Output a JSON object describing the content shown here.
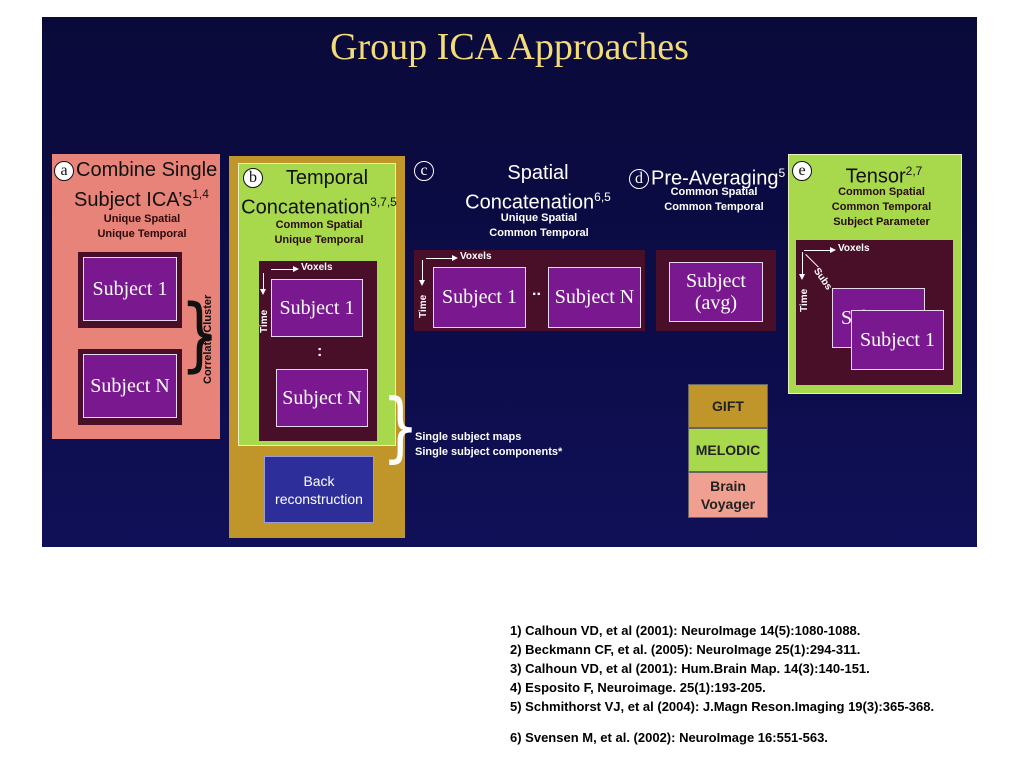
{
  "title": "Group ICA Approaches",
  "panels": {
    "a": {
      "letter": "a",
      "heading_line1": "Combine Single",
      "heading_line2": "Subject ICA’s",
      "heading_sup": "1,4",
      "sub_line1": "Unique Spatial",
      "sub_line2": "Unique Temporal",
      "subject_1": "Subject 1",
      "subject_n": "Subject N",
      "side_label": "Correlate/Cluster"
    },
    "b": {
      "letter": "b",
      "heading_line1": "Temporal",
      "heading_line2": "Concatenation",
      "heading_sup": "3,7,5",
      "sub_line1": "Common Spatial",
      "sub_line2": "Unique Temporal",
      "voxels": "Voxels",
      "time": "Time",
      "subject_1": "Subject 1",
      "dots": ":",
      "subject_n": "Subject N",
      "back_recon": "Back reconstruction"
    },
    "c": {
      "letter": "c",
      "heading_line1": "Spatial",
      "heading_line2": "Concatenation",
      "heading_sup": "6,5",
      "sub_line1": "Unique Spatial",
      "sub_line2": "Common Temporal",
      "voxels": "Voxels",
      "time": "Time",
      "subject_1": "Subject 1",
      "dots": "..",
      "subject_n": "Subject N"
    },
    "d": {
      "letter": "d",
      "heading": "Pre-Averaging",
      "heading_sup": "5",
      "sub_line1": "Common Spatial",
      "sub_line2": "Common Temporal",
      "subject_avg_line1": "Subject",
      "subject_avg_line2": "(avg)"
    },
    "e": {
      "letter": "e",
      "heading": "Tensor",
      "heading_sup": "2,7",
      "sub_line1": "Common Spatial",
      "sub_line2": "Common Temporal",
      "sub_line3": "Subject Parameter",
      "voxels": "Voxels",
      "time": "Time",
      "subs": "Subs",
      "subject_back": "Subject 1",
      "subject_front": "Subject 1"
    }
  },
  "single_subject_note": {
    "line1": "Single subject maps",
    "line2": "Single subject components*"
  },
  "tools": {
    "gift": "GIFT",
    "melodic": "MELODIC",
    "brain_voyager": "Brain Voyager"
  },
  "references": [
    "1) Calhoun VD, et al (2001): NeuroImage 14(5):1080-1088.",
    "2) Beckmann CF, et al. (2005): NeuroImage 25(1):294-311.",
    "3) Calhoun VD, et al (2001): Hum.Brain Map. 14(3):140-151.",
    "4) Esposito F, Neuroimage. 25(1):193-205.",
    "5) Schmithorst VJ, et al (2004): J.Magn Reson.Imaging 19(3):365-368.",
    "6) Svensen M, et al. (2002): NeuroImage 16:551-563."
  ],
  "colors": {
    "slide_bg": "#0c0c4a",
    "title": "#f2dc78",
    "panel_a": "#e8837a",
    "panel_b_outer": "#c0962a",
    "panel_b_inner": "#a8d84c",
    "panel_e": "#a8d84c",
    "dark_box": "#4a0f28",
    "subject_box": "#7a1890",
    "back_recon": "#2e2e9a",
    "gift": "#c0962a",
    "melodic": "#a8d84c",
    "brain_voyager": "#f0a090"
  }
}
